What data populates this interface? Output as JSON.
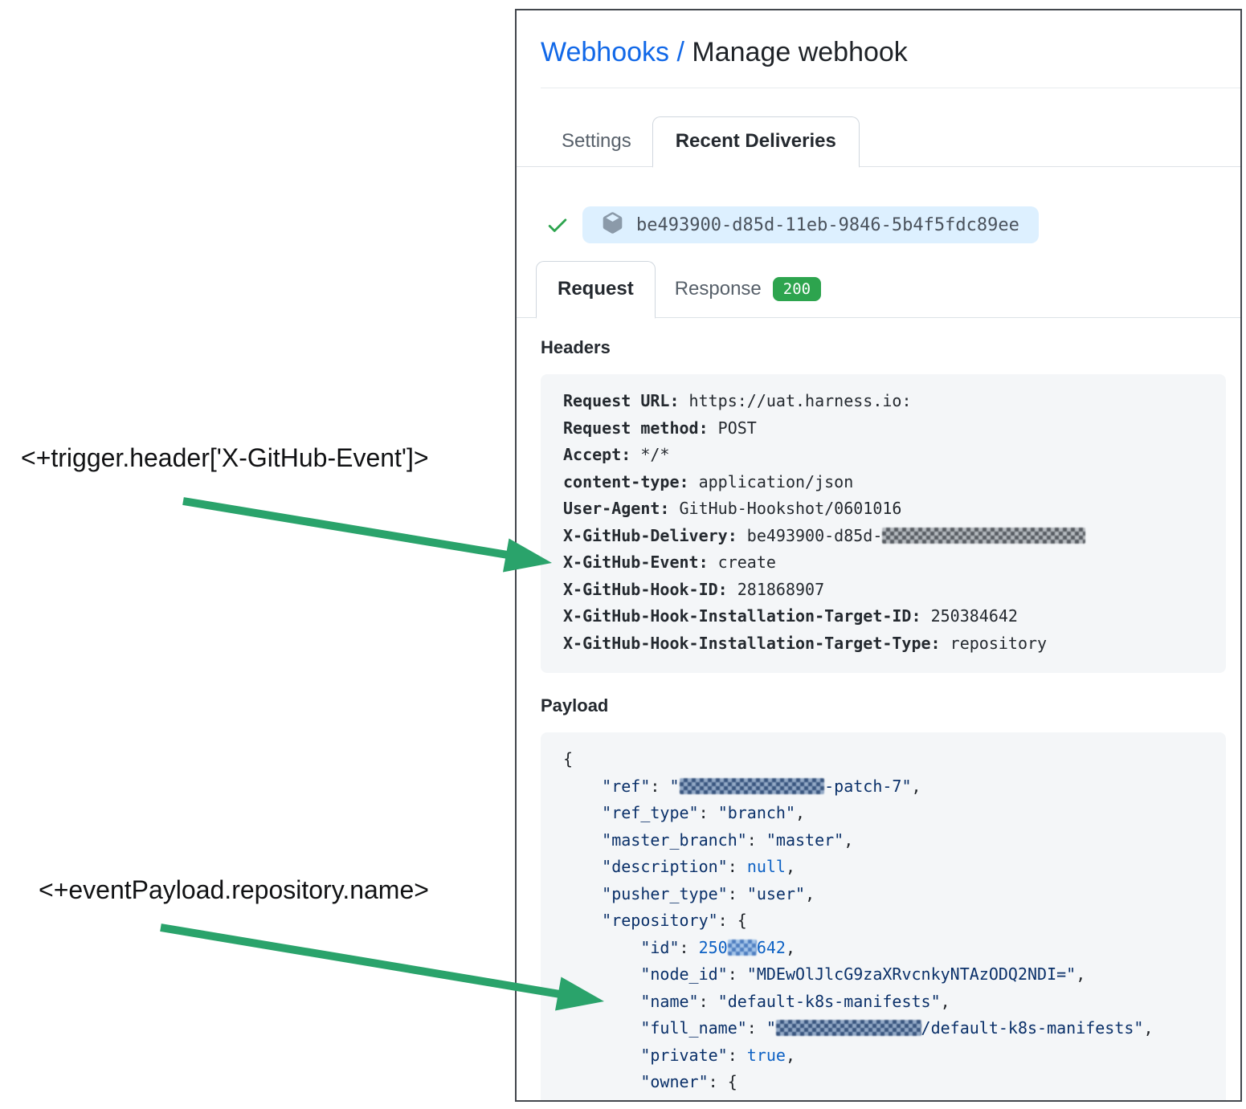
{
  "annotations": {
    "trigger_header": "<+trigger.header['X-GitHub-Event']>",
    "event_payload": "<+eventPayload.repository.name>"
  },
  "colors": {
    "arrow_green": "#2aa36b",
    "check_green": "#2da44e",
    "badge_green": "#2da44e",
    "link_blue": "#1168e8",
    "pill_bg": "#ddf0ff",
    "code_bg": "#f4f6f8",
    "json_string_navy": "#0a3069",
    "json_const_blue": "#0d61c4"
  },
  "page": {
    "breadcrumb_link": "Webhooks",
    "breadcrumb_sep": "/",
    "title": "Manage webhook"
  },
  "tabs": {
    "settings": "Settings",
    "recent_deliveries": "Recent Deliveries"
  },
  "delivery": {
    "id": "be493900-d85d-11eb-9846-5b4f5fdc89ee",
    "icon": "package-icon",
    "status_icon": "check-icon"
  },
  "subtabs": {
    "request": "Request",
    "response": "Response",
    "response_status": "200"
  },
  "sections": {
    "headers": "Headers",
    "payload": "Payload"
  },
  "headers_block": {
    "lines": [
      [
        {
          "s": "hk",
          "t": "Request URL:"
        },
        {
          "s": "hv",
          "t": " https://uat.harness.io:"
        }
      ],
      [
        {
          "s": "hk",
          "t": "Request method:"
        },
        {
          "s": "hv",
          "t": " POST"
        }
      ],
      [
        {
          "s": "hk",
          "t": "Accept:"
        },
        {
          "s": "hv",
          "t": " */*"
        }
      ],
      [
        {
          "s": "hk",
          "t": "content-type:"
        },
        {
          "s": "hv",
          "t": " application/json"
        }
      ],
      [
        {
          "s": "hk",
          "t": "User-Agent:"
        },
        {
          "s": "hv",
          "t": " GitHub-Hookshot/0601016"
        }
      ],
      [
        {
          "s": "hk",
          "t": "X-GitHub-Delivery:"
        },
        {
          "s": "hv",
          "t": " be493900-d85d-"
        },
        {
          "blur": 21,
          "tone": "gray"
        }
      ],
      [
        {
          "s": "hk",
          "t": "X-GitHub-Event:"
        },
        {
          "s": "hv",
          "t": " create"
        }
      ],
      [
        {
          "s": "hk",
          "t": "X-GitHub-Hook-ID:"
        },
        {
          "s": "hv",
          "t": " 281868907"
        }
      ],
      [
        {
          "s": "hk",
          "t": "X-GitHub-Hook-Installation-Target-ID:"
        },
        {
          "s": "hv",
          "t": " 250384642"
        }
      ],
      [
        {
          "s": "hk",
          "t": "X-GitHub-Hook-Installation-Target-Type:"
        },
        {
          "s": "hv",
          "t": " repository"
        }
      ]
    ]
  },
  "payload_block": {
    "lines": [
      [
        {
          "s": "p",
          "t": "{"
        }
      ],
      [
        {
          "s": "p",
          "t": "    "
        },
        {
          "s": "k",
          "t": "\"ref\""
        },
        {
          "s": "p",
          "t": ": "
        },
        {
          "s": "v",
          "t": "\""
        },
        {
          "blur": 15,
          "tone": "navy"
        },
        {
          "s": "v",
          "t": "-patch-7\""
        },
        {
          "s": "p",
          "t": ","
        }
      ],
      [
        {
          "s": "p",
          "t": "    "
        },
        {
          "s": "k",
          "t": "\"ref_type\""
        },
        {
          "s": "p",
          "t": ": "
        },
        {
          "s": "v",
          "t": "\"branch\""
        },
        {
          "s": "p",
          "t": ","
        }
      ],
      [
        {
          "s": "p",
          "t": "    "
        },
        {
          "s": "k",
          "t": "\"master_branch\""
        },
        {
          "s": "p",
          "t": ": "
        },
        {
          "s": "v",
          "t": "\"master\""
        },
        {
          "s": "p",
          "t": ","
        }
      ],
      [
        {
          "s": "p",
          "t": "    "
        },
        {
          "s": "k",
          "t": "\"description\""
        },
        {
          "s": "p",
          "t": ": "
        },
        {
          "s": "b",
          "t": "null"
        },
        {
          "s": "p",
          "t": ","
        }
      ],
      [
        {
          "s": "p",
          "t": "    "
        },
        {
          "s": "k",
          "t": "\"pusher_type\""
        },
        {
          "s": "p",
          "t": ": "
        },
        {
          "s": "v",
          "t": "\"user\""
        },
        {
          "s": "p",
          "t": ","
        }
      ],
      [
        {
          "s": "p",
          "t": "    "
        },
        {
          "s": "k",
          "t": "\"repository\""
        },
        {
          "s": "p",
          "t": ": "
        },
        {
          "s": "p",
          "t": "{"
        }
      ],
      [
        {
          "s": "p",
          "t": "        "
        },
        {
          "s": "k",
          "t": "\"id\""
        },
        {
          "s": "p",
          "t": ": "
        },
        {
          "s": "b",
          "t": "250"
        },
        {
          "blur": 3,
          "tone": "blue"
        },
        {
          "s": "b",
          "t": "642"
        },
        {
          "s": "p",
          "t": ","
        }
      ],
      [
        {
          "s": "p",
          "t": "        "
        },
        {
          "s": "k",
          "t": "\"node_id\""
        },
        {
          "s": "p",
          "t": ": "
        },
        {
          "s": "v",
          "t": "\"MDEwOlJlcG9zaXRvcnkyNTAzODQ2NDI=\""
        },
        {
          "s": "p",
          "t": ","
        }
      ],
      [
        {
          "s": "p",
          "t": "        "
        },
        {
          "s": "k",
          "t": "\"name\""
        },
        {
          "s": "p",
          "t": ": "
        },
        {
          "s": "v",
          "t": "\"default-k8s-manifests\""
        },
        {
          "s": "p",
          "t": ","
        }
      ],
      [
        {
          "s": "p",
          "t": "        "
        },
        {
          "s": "k",
          "t": "\"full_name\""
        },
        {
          "s": "p",
          "t": ": "
        },
        {
          "s": "v",
          "t": "\""
        },
        {
          "blur": 15,
          "tone": "navy"
        },
        {
          "s": "v",
          "t": "/default-k8s-manifests\""
        },
        {
          "s": "p",
          "t": ","
        }
      ],
      [
        {
          "s": "p",
          "t": "        "
        },
        {
          "s": "k",
          "t": "\"private\""
        },
        {
          "s": "p",
          "t": ": "
        },
        {
          "s": "b",
          "t": "true"
        },
        {
          "s": "p",
          "t": ","
        }
      ],
      [
        {
          "s": "p",
          "t": "        "
        },
        {
          "s": "k",
          "t": "\"owner\""
        },
        {
          "s": "p",
          "t": ": "
        },
        {
          "s": "p",
          "t": "{"
        }
      ]
    ]
  }
}
